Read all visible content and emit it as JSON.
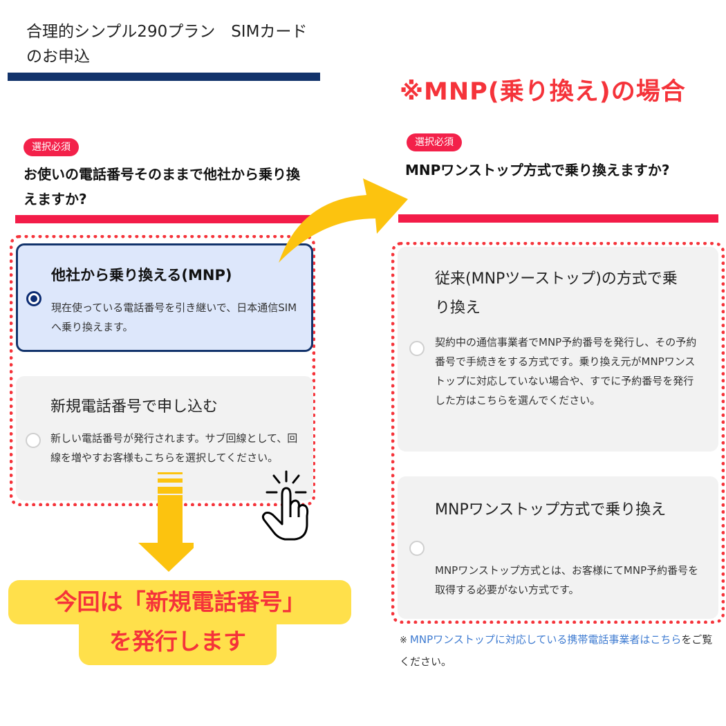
{
  "left": {
    "plan_title": "合理的シンプル290プラン　SIMカードのお申込",
    "badge": "選択必須",
    "question": "お使いの電話番号そのままで他社から乗り換えますか?",
    "options": [
      {
        "title": "他社から乗り換える(MNP)",
        "description": "現在使っている電話番号を引き継いで、日本通信SIMへ乗り換えます。",
        "selected": true
      },
      {
        "title": "新規電話番号で申し込む",
        "description": "新しい電話番号が発行されます。サブ回線として、回線を増やすお客様もこちらを選択してください。",
        "selected": false
      }
    ],
    "callout_line1": "今回は「新規電話番号」",
    "callout_line2": "を発行します"
  },
  "right": {
    "heading": "※MNP(乗り換え)の場合",
    "badge": "選択必須",
    "question": "MNPワンストップ方式で乗り換えますか?",
    "options": [
      {
        "title": "従来(MNPツーストップ)の方式で乗り換え",
        "description": "契約中の通信事業者でMNP予約番号を発行し、その予約番号で手続きをする方式です。乗り換え元がMNPワンストップに対応していない場合や、すでに予約番号を発行した方はこちらを選んでください。",
        "selected": false
      },
      {
        "title": "MNPワンストップ方式で乗り換え",
        "description": "MNPワンストップ方式とは、お客様にてMNP予約番号を取得する必要がない方式です。",
        "selected": false
      }
    ],
    "note_mark": "※",
    "note_link": "MNPワンストップに対応している携帯電話事業者はこちら",
    "note_rest": "をご覧ください。"
  },
  "colors": {
    "navy": "#12336b",
    "pink": "#f31c48",
    "red_text": "#f5333a",
    "arrow_yellow": "#fcc30f",
    "callout_yellow": "#ffe04b",
    "link_blue": "#3e7bd1"
  },
  "icons": [
    "curved-arrow-icon",
    "down-arrow-icon",
    "tap-hand-icon",
    "radio-selected-icon",
    "radio-unselected-icon"
  ]
}
